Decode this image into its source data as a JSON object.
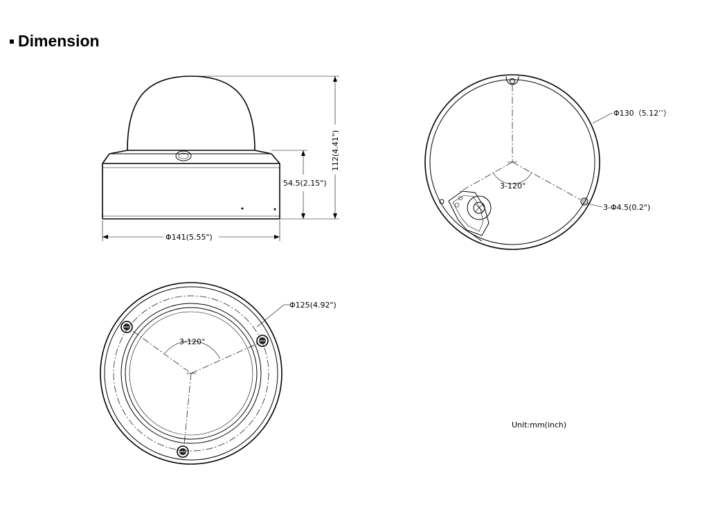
{
  "heading": {
    "title": "Dimension"
  },
  "side_view": {
    "height_total": "112(4.41\")",
    "height_base": "54.5(2.15\")",
    "width": "Φ141(5.55\")"
  },
  "mount_view": {
    "diameter": "Φ130（5.12’’）",
    "angle": "3-120°",
    "holes": "3-Φ4.5(0.2\")"
  },
  "bottom_view": {
    "diameter": "Φ125(4.92\")",
    "angle": "3-120°"
  },
  "unit": "Unit:mm(inch)"
}
